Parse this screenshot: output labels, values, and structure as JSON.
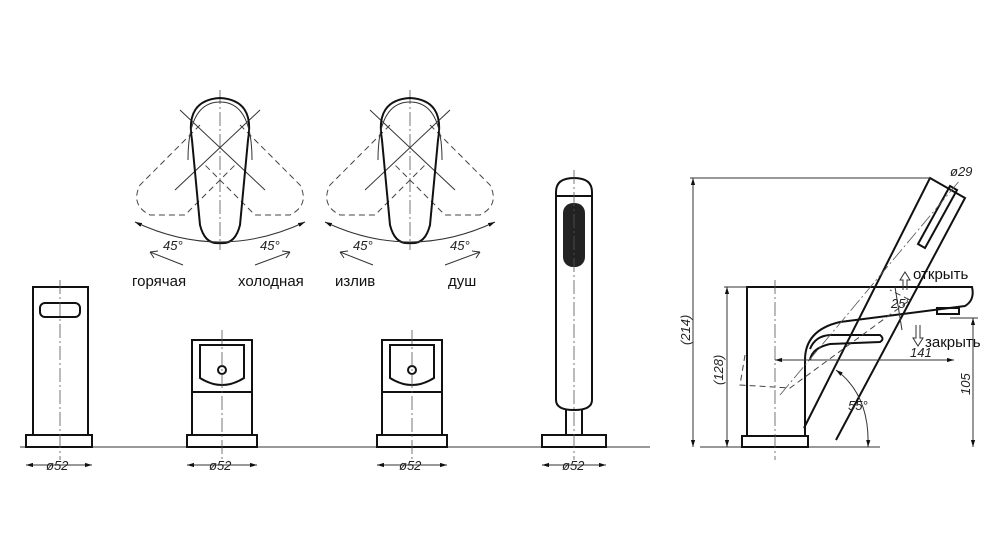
{
  "lever_views": {
    "temperature": {
      "angle_left": "45°",
      "angle_right": "45°",
      "label_left": "горячая",
      "label_right": "холодная"
    },
    "diverter": {
      "angle_left": "45°",
      "angle_right": "45°",
      "label_left": "излив",
      "label_right": "душ"
    }
  },
  "front_views": {
    "spout_diameter": "ø52",
    "handle1_diameter": "ø52",
    "handle2_diameter": "ø52",
    "shower_diameter": "ø52"
  },
  "side_view": {
    "total_height": "(214)",
    "body_height": "(128)",
    "spout_height": "105",
    "spout_reach": "141",
    "lever_angle": "25°",
    "shower_angle": "55°",
    "shower_diameter": "ø29",
    "open_label": "открыть",
    "close_label": "закрыть"
  }
}
